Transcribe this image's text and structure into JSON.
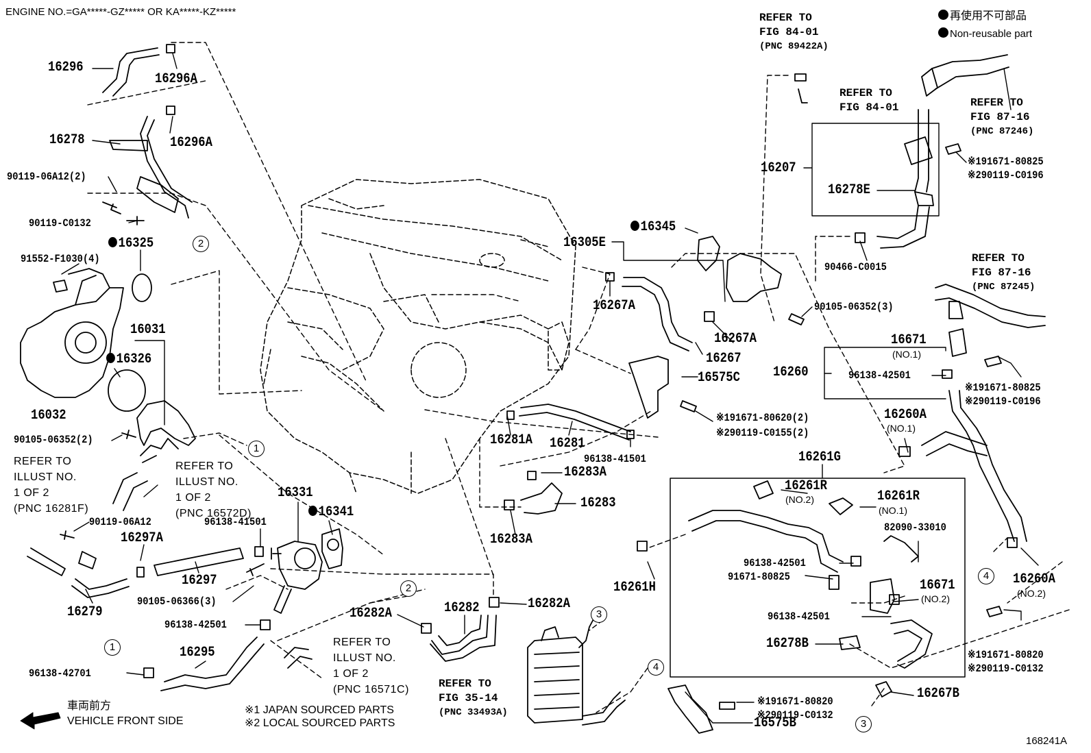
{
  "header": {
    "engine_no": "ENGINE NO.=GA*****-GZ***** OR KA*****-KZ*****",
    "legend_jp": "再使用不可部品",
    "legend_en": "Non-reusable part"
  },
  "footer": {
    "vehicle_jp": "車両前方",
    "vehicle_en": "VEHICLE FRONT SIDE",
    "note1": "※1  JAPAN SOURCED PARTS",
    "note2": "※2  LOCAL SOURCED PARTS",
    "illust_no": "168241A"
  },
  "parts": {
    "p16296": "16296",
    "p16296A_1": "16296A",
    "p16278": "16278",
    "p16296A_2": "16296A",
    "p9011906A12_2": "90119-06A12(2)",
    "p90119C0132": "90119-C0132",
    "p16325": "16325",
    "p91552F1030": "91552-F1030(4)",
    "p16031": "16031",
    "p16326": "16326",
    "p16032": "16032",
    "p9010506352_2": "90105-06352(2)",
    "p9011906A12": "90119-06A12",
    "p16297A": "16297A",
    "p16297": "16297",
    "p16279": "16279",
    "p9010506366": "90105-06366(3)",
    "p16331": "16331",
    "p9613841501a": "96138-41501",
    "p16341": "16341",
    "p9613842501a": "96138-42501",
    "p16295": "16295",
    "p9613842701": "96138-42701",
    "p16282A_1": "16282A",
    "p16282": "16282",
    "p16282A_2": "16282A",
    "p16281A": "16281A",
    "p16281": "16281",
    "p16283A_1": "16283A",
    "p16283": "16283",
    "p16283A_2": "16283A",
    "p9613841501b": "96138-41501",
    "p16305E": "16305E",
    "p16345": "16345",
    "p16267A_1": "16267A",
    "p16267A_2": "16267A",
    "p16267": "16267",
    "p16575C": "16575C",
    "p9167180620": "※191671-80620(2)",
    "p90119C0155": "※290119-C0155(2)",
    "p9010506352_3": "90105-06352(3)",
    "p16207": "16207",
    "p16278E": "16278E",
    "p90466C0015": "90466-C0015",
    "p9167180825a": "※191671-80825",
    "p90119C0196a": "※290119-C0196",
    "p16671a": "16671",
    "p16671a_no": "(NO.1)",
    "p16260": "16260",
    "p9613842501b": "96138-42501",
    "p9167180825b": "※191671-80825",
    "p90119C0196b": "※290119-C0196",
    "p16260A_1": "16260A",
    "p16260A_1_no": "(NO.1)",
    "p16261G": "16261G",
    "p16261R_2": "16261R",
    "p16261R_2_no": "(NO.2)",
    "p16261R_1": "16261R",
    "p16261R_1_no": "(NO.1)",
    "p8209033010": "82090-33010",
    "p9613842501c": "96138-42501",
    "p9167180825c": "91671-80825",
    "p16261H": "16261H",
    "p16671b": "16671",
    "p16671b_no": "(NO.2)",
    "p9613842501d": "96138-42501",
    "p16278B": "16278B",
    "p16260A_2": "16260A",
    "p16260A_2_no": "(NO.2)",
    "p9167180820a": "※191671-80820",
    "p90119C0132a": "※290119-C0132",
    "p16267B": "16267B",
    "p9167180820b": "※191671-80820",
    "p90119C0132b": "※290119-C0132",
    "p16575B": "16575B"
  },
  "refs": {
    "r1": [
      "REFER TO",
      "FIG 84-01",
      "(PNC 89422A)"
    ],
    "r2": [
      "REFER TO",
      "FIG 84-01"
    ],
    "r3": [
      "REFER TO",
      "FIG 87-16",
      "(PNC 87246)"
    ],
    "r4": [
      "REFER TO",
      "FIG 87-16",
      "(PNC 87245)"
    ],
    "r5": [
      "REFER TO",
      "FIG 35-14",
      "(PNC 33493A)"
    ],
    "r6": [
      "REFER TO",
      "ILLUST NO.",
      "1 OF 2",
      "(PNC 16281F)"
    ],
    "r7": [
      "REFER TO",
      "ILLUST NO.",
      "1 OF 2",
      "(PNC 16572D)"
    ],
    "r8": [
      "REFER TO",
      "ILLUST NO.",
      "1 OF 2",
      "(PNC 16571C)"
    ]
  },
  "circles": [
    "1",
    "2",
    "3",
    "4"
  ]
}
